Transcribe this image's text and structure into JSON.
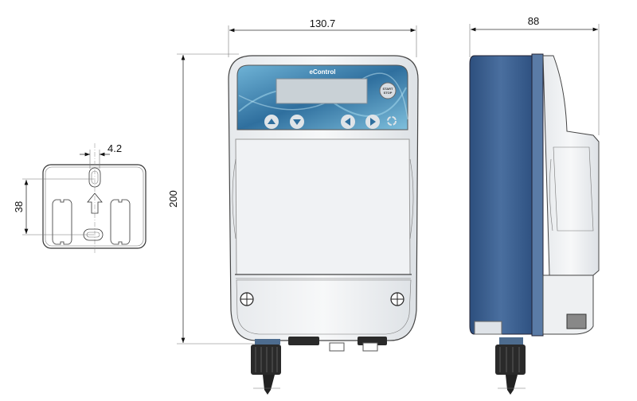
{
  "dimensions": {
    "width_front": "130.7",
    "depth_side": "88",
    "height": "200",
    "slot_width": "4.2",
    "hole_spacing": "38"
  },
  "panel": {
    "brand": "eControl",
    "start_stop_top": "START",
    "start_stop_bottom": "STOP"
  },
  "colors": {
    "panel_blue": "#3a7fa8",
    "side_blue": "#3b5f8f",
    "fitting_black": "#2a2a2a"
  }
}
